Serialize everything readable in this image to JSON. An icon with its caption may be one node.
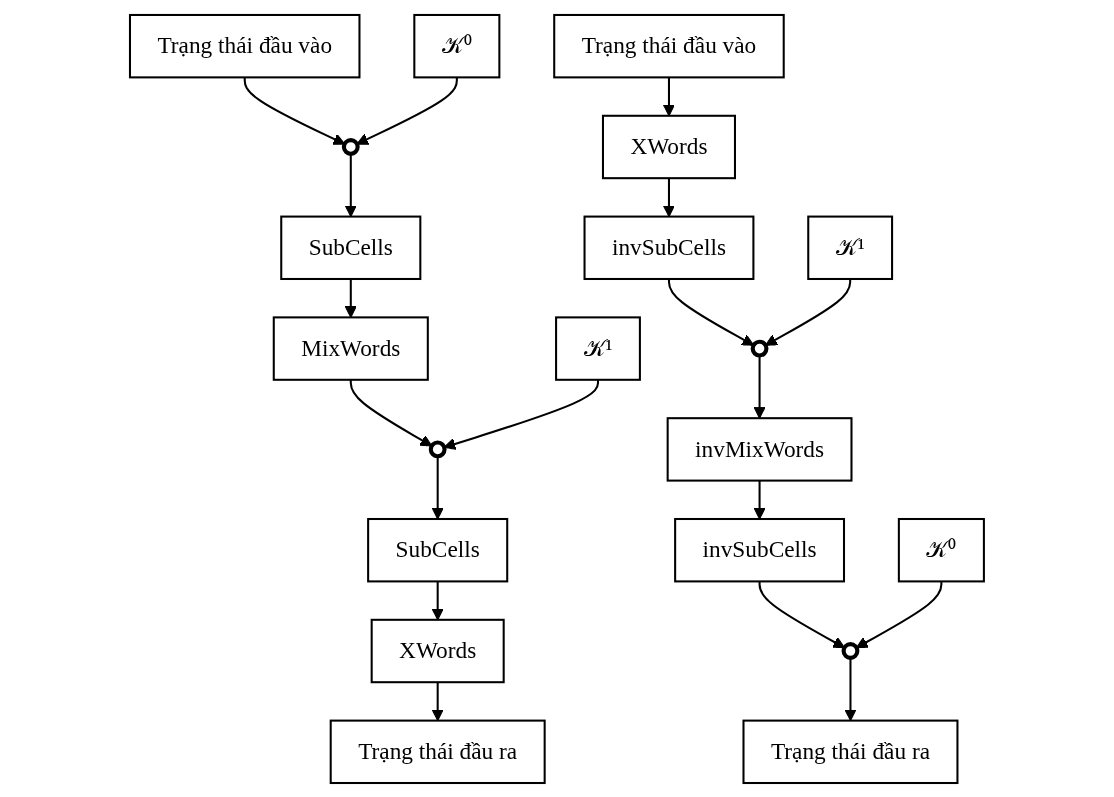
{
  "diagram": {
    "nodes": [
      {
        "text": [
          "Trạng thái đầu vào"
        ]
      },
      {
        "text": [],
        "shape": "circle"
      },
      {
        "text": [
          "𝒦⁰"
        ]
      },
      {
        "text": [
          "SubCells"
        ]
      },
      {
        "text": [
          "MixWords"
        ]
      },
      {
        "text": [],
        "shape": "circle"
      },
      {
        "text": [
          "𝒦¹"
        ]
      },
      {
        "text": [
          "SubCells"
        ]
      },
      {
        "text": [
          "XWords"
        ]
      },
      {
        "text": [
          "Trạng thái đầu ra"
        ]
      },
      {
        "text": [
          "Trạng thái đầu vào"
        ]
      },
      {
        "text": [
          "XWords"
        ]
      },
      {
        "text": [
          "invSubCells"
        ]
      },
      {
        "text": [],
        "shape": "circle"
      },
      {
        "text": [
          "𝒦¹"
        ]
      },
      {
        "text": [
          "invMixWords"
        ]
      },
      {
        "text": [
          "invSubCells"
        ]
      },
      {
        "text": [],
        "shape": "circle"
      },
      {
        "text": [
          "𝒦⁰"
        ]
      },
      {
        "text": [
          "Trạng thái đầu ra"
        ]
      }
    ],
    "edges": [
      {
        "from": 0,
        "to": 1,
        "arrow": "to"
      },
      {
        "from": 2,
        "to": 1,
        "arrow": "to"
      },
      {
        "from": 1,
        "to": 3,
        "arrow": "to"
      },
      {
        "from": 3,
        "to": 4,
        "arrow": "to"
      },
      {
        "from": 4,
        "to": 5,
        "arrow": "to"
      },
      {
        "from": 6,
        "to": 5,
        "arrow": "to"
      },
      {
        "from": 5,
        "to": 7,
        "arrow": "to"
      },
      {
        "from": 7,
        "to": 8,
        "arrow": "to"
      },
      {
        "from": 8,
        "to": 9,
        "arrow": "to"
      },
      {
        "from": 10,
        "to": 11,
        "arrow": "to"
      },
      {
        "from": 11,
        "to": 12,
        "arrow": "to"
      },
      {
        "from": 12,
        "to": 13,
        "arrow": "to"
      },
      {
        "from": 14,
        "to": 13,
        "arrow": "to"
      },
      {
        "from": 13,
        "to": 15,
        "arrow": "to"
      },
      {
        "from": 15,
        "to": 16,
        "arrow": "to"
      },
      {
        "from": 16,
        "to": 17,
        "arrow": "to"
      },
      {
        "from": 18,
        "to": 17,
        "arrow": "to"
      },
      {
        "from": 17,
        "to": 19,
        "arrow": "to"
      }
    ]
  }
}
